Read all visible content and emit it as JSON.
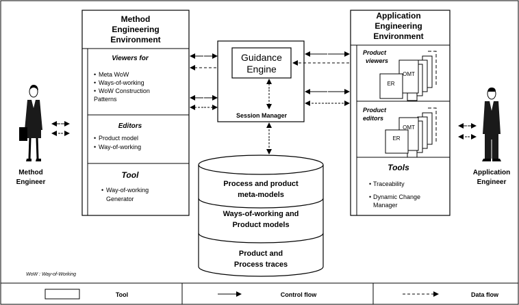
{
  "method_env": {
    "title_lines": [
      "Method",
      "Engineering",
      "Environment"
    ],
    "viewers_heading": "Viewers for",
    "viewers_items": [
      "Meta WoW",
      "Ways-of-working",
      "WoW Construction",
      "Patterns"
    ],
    "editors_heading": "Editors",
    "editors_items": [
      "Product model",
      "Way-of-working"
    ],
    "tool_heading": "Tool",
    "tool_items": [
      "Way-of-working",
      "Generator"
    ]
  },
  "guidance": {
    "engine_lines": [
      "Guidance",
      "Engine"
    ],
    "session_manager": "Session Manager"
  },
  "app_env": {
    "title_lines": [
      "Application",
      "Engineering",
      "Environment"
    ],
    "product_viewers_lines": [
      "Product",
      "viewers"
    ],
    "product_editors_lines": [
      "Product",
      "editors"
    ],
    "omt": "OMT",
    "er": "ER",
    "tools_heading": "Tools",
    "tools_items": [
      "Traceability",
      "Dynamic Change",
      "Manager"
    ]
  },
  "database": {
    "layer1_lines": [
      "Process and product",
      "meta-models"
    ],
    "layer2_lines": [
      "Ways-of-working and",
      "Product models"
    ],
    "layer3_lines": [
      "Product and",
      "Process traces"
    ]
  },
  "actors": {
    "method_engineer_lines": [
      "Method",
      "Engineer"
    ],
    "application_engineer_lines": [
      "Application",
      "Engineer"
    ]
  },
  "footnote": "WoW : Way-of-Working",
  "legend": {
    "tool": "Tool",
    "control_flow": "Control flow",
    "data_flow": "Data flow"
  }
}
